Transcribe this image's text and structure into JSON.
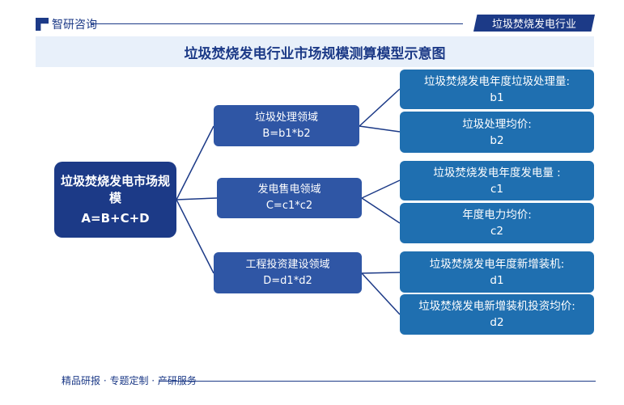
{
  "header": {
    "brand": "智研咨询",
    "tag": "垃圾焚烧发电行业"
  },
  "title": "垃圾焚烧发电行业市场规模测算模型示意图",
  "root": {
    "line1": "垃圾焚烧发电市场规模",
    "formula": "A=B+C+D"
  },
  "branches": [
    {
      "label": "垃圾处理领域",
      "formula": "B=b1*b2",
      "leaves": [
        {
          "label": "垃圾焚烧发电年度垃圾处理量:",
          "var": "b1"
        },
        {
          "label": "垃圾处理均价:",
          "var": "b2"
        }
      ]
    },
    {
      "label": "发电售电领域",
      "formula": "C=c1*c2",
      "leaves": [
        {
          "label": "垃圾焚烧发电年度发电量 :",
          "var": "c1"
        },
        {
          "label": "年度电力均价:",
          "var": "c2"
        }
      ]
    },
    {
      "label": "工程投资建设领域",
      "formula": "D=d1*d2",
      "leaves": [
        {
          "label": "垃圾焚烧发电年度新增装机:",
          "var": "d1"
        },
        {
          "label": "垃圾焚烧发电新增装机投资均价:",
          "var": "d2"
        }
      ]
    }
  ],
  "footer": "精品研报 · 专题定制 · 产研服务",
  "colors": {
    "navy": "#1c3a87",
    "mid": "#2f56a5",
    "leaf": "#1f6fb0"
  }
}
